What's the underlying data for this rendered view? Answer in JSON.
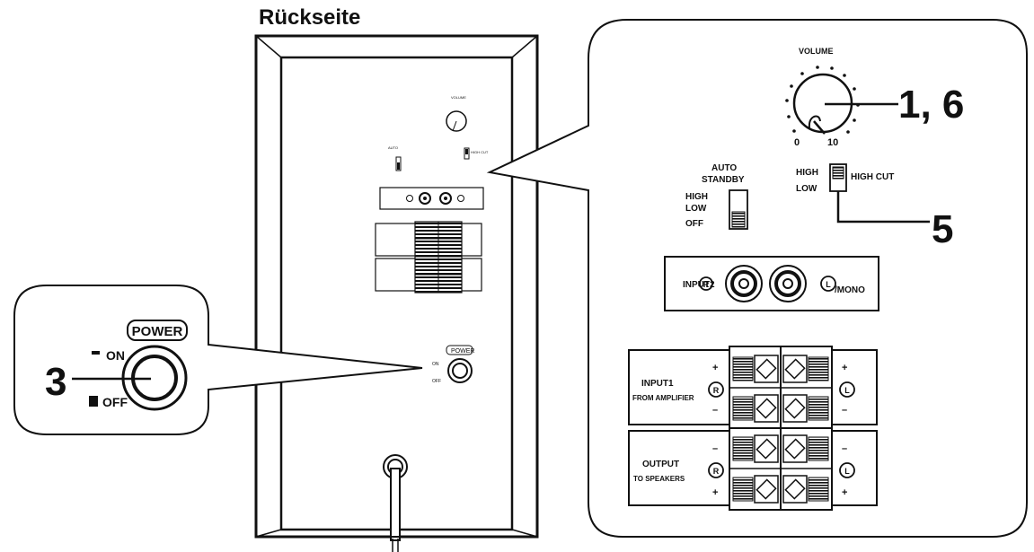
{
  "title": "Rückseite",
  "callouts": {
    "volume_ref": "1, 6",
    "cut_ref": "5",
    "power_ref": "3"
  },
  "volume": {
    "label": "VOLUME",
    "min": "0",
    "max": "10"
  },
  "standby": {
    "label_line1": "AUTO",
    "label_line2": "STANDBY",
    "high": "HIGH",
    "low": "LOW",
    "off": "OFF"
  },
  "highcut": {
    "high": "HIGH",
    "low": "LOW",
    "label": "HIGH CUT"
  },
  "input2": {
    "label": "INPUT2",
    "r": "R",
    "l": "L",
    "mono": "/MONO"
  },
  "input1": {
    "label": "INPUT1",
    "sub": "FROM AMPLIFIER",
    "r": "R",
    "l": "L",
    "plus": "+",
    "minus": "–"
  },
  "output": {
    "label": "OUTPUT",
    "sub": "TO SPEAKERS",
    "r": "R",
    "l": "L",
    "plus": "+",
    "minus": "–"
  },
  "power": {
    "label": "POWER",
    "on": "ON",
    "off": "OFF"
  }
}
